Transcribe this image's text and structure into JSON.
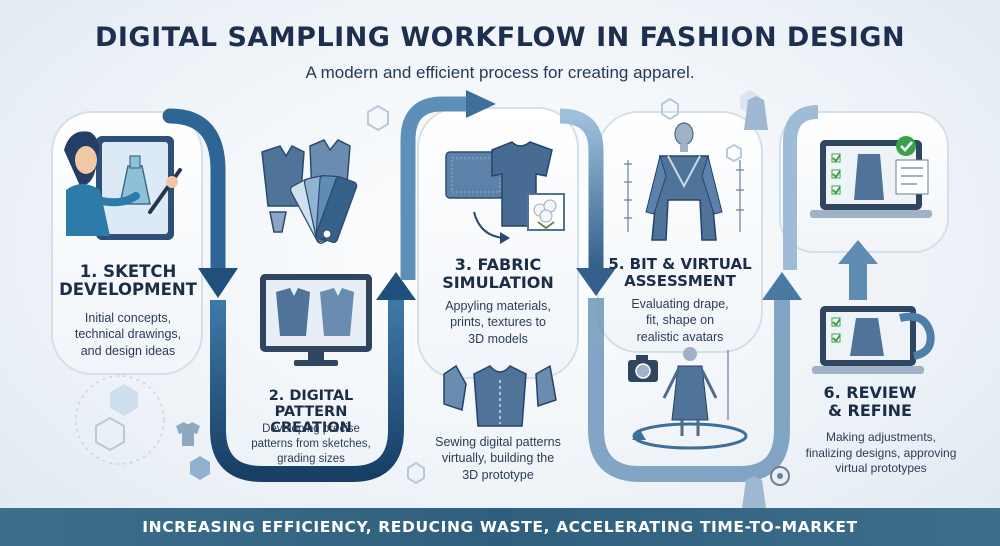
{
  "header": {
    "title": "DIGITAL SAMPLING WORKFLOW IN FASHION DESIGN",
    "subtitle": "A modern and efficient process for creating apparel."
  },
  "steps": [
    {
      "title_line1": "1. SKETCH",
      "title_line2": "DEVELOPMENT",
      "desc_line1": "Initial concepts,",
      "desc_line2": "technical drawings,",
      "desc_line3": "and design ideas"
    },
    {
      "title_line1": "2. DIGITAL PATTERN",
      "title_line2": "CREATION",
      "desc_line1": "Developing precise",
      "desc_line2": "patterns from sketches,",
      "desc_line3": "grading sizes"
    },
    {
      "title_line1": "3. FABRIC",
      "title_line2": "SIMULATION",
      "desc_line1": "Appyling materials,",
      "desc_line2": "prints, textures to",
      "desc_line3": "3D models"
    },
    {
      "desc_line1": "Sewing digital patterns",
      "desc_line2": "virtually, building the",
      "desc_line3": "3D prototype"
    },
    {
      "title_line1": "5. BIT & VIRTUAL",
      "title_line2": "ASSESSMENT",
      "desc_line1": "Evaluating drape,",
      "desc_line2": "fit, shape on",
      "desc_line3": "realistic avatars"
    },
    {
      "title_line1": "6. REVIEW",
      "title_line2": "& REFINE",
      "desc_line1": "Making adjustments,",
      "desc_line2": "finalizing designs, approving",
      "desc_line3": "virtual prototypes"
    }
  ],
  "footer": {
    "text": "INCREASING EFFICIENCY, REDUCING WASTE, ACCELERATING TIME-TO-MARKET"
  },
  "colors": {
    "arrow_dark": "#1f4f7a",
    "arrow_light": "#7fa8c9",
    "garment": "#4e6f96",
    "garment_light": "#8aa6c4",
    "check_green": "#3aa14a",
    "footer_bg": "#2f5f7d"
  },
  "icons": [
    "designer-tablet-icon",
    "pattern-pieces-icon",
    "fabric-swatches-icon",
    "monitor-pattern-icon",
    "tshirt-fabric-icon",
    "cotton-icon",
    "sewn-vest-icon",
    "robe-mannequin-icon",
    "camera-icon",
    "avatar-rotation-icon",
    "laptop-checklist-icon",
    "measuring-tape-icon"
  ]
}
